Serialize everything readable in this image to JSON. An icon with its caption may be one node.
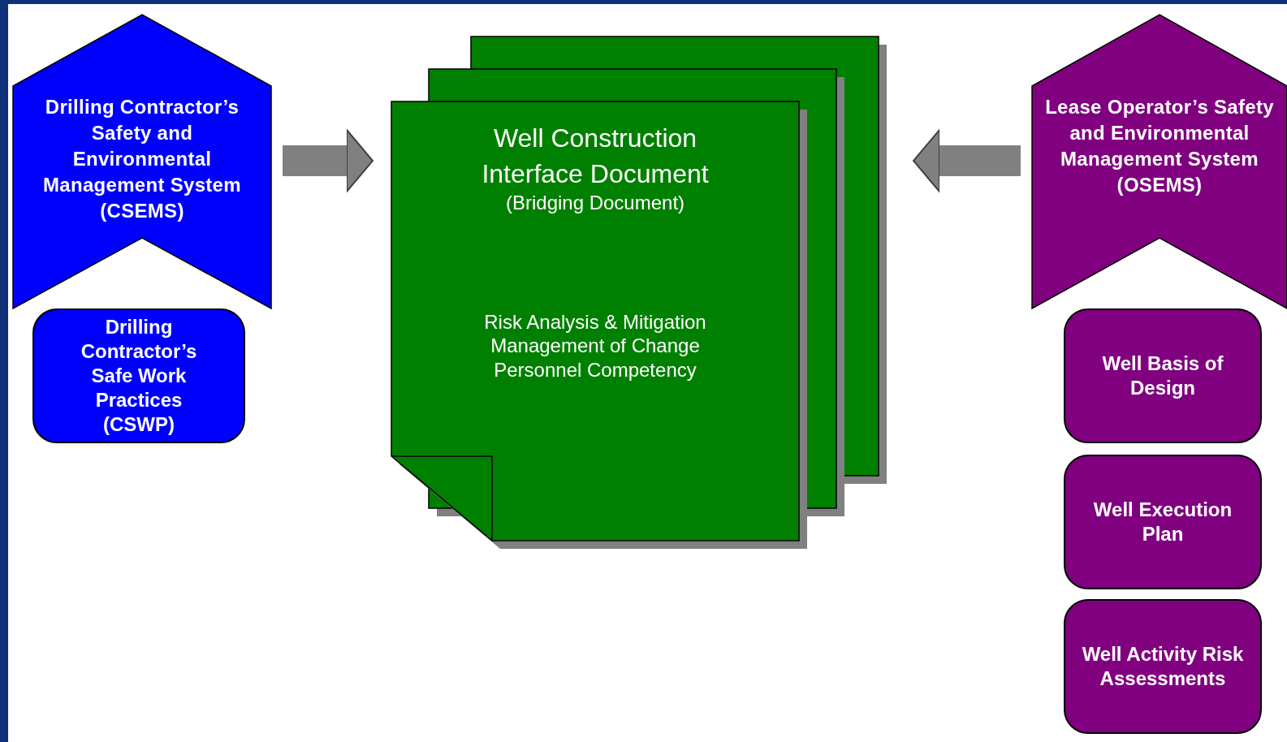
{
  "diagram": {
    "nodes": [
      {
        "text": [
          "Drilling Contractor’s Safety and Environmental Management System (CSEMS)"
        ]
      },
      {
        "text": [
          "Drilling Contractor’s Safe Work Practices (CSWP)"
        ]
      },
      {
        "text": [
          "Well Construction Interface Document",
          "(Bridging Document)",
          "Risk Analysis & Mitigation",
          "Management of Change",
          "Personnel Competency"
        ]
      },
      {
        "text": [
          "Lease Operator’s Safety and Environmental Management System (OSEMS)"
        ]
      },
      {
        "text": [
          "Well Basis of Design"
        ]
      },
      {
        "text": [
          "Well Execution Plan"
        ]
      },
      {
        "text": [
          "Well Activity Risk Assessments"
        ]
      }
    ],
    "edges": [
      {
        "from": 0,
        "to": 2,
        "arrow": "to"
      },
      {
        "from": 3,
        "to": 2,
        "arrow": "to"
      }
    ]
  }
}
